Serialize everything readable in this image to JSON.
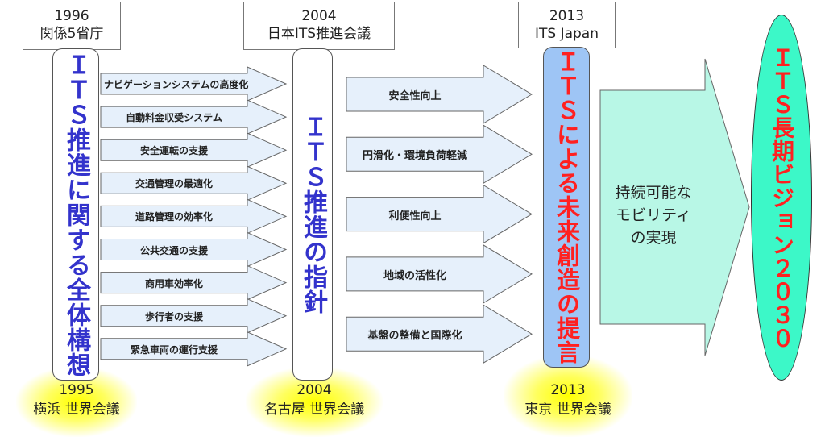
{
  "stage1": {
    "top_year": "1996",
    "top_org": "関係5省庁",
    "pill_text": "ＩＴＳ推進に関する全体構想",
    "bottom_year": "1995",
    "bottom_event": "横浜 世界会議",
    "items": [
      "ナビゲーションシステムの高度化",
      "自動料金収受システム",
      "安全運転の支援",
      "交通管理の最適化",
      "道路管理の効率化",
      "公共交通の支援",
      "商用車効率化",
      "歩行者の支援",
      "緊急車両の運行支援"
    ]
  },
  "stage2": {
    "top_year": "2004",
    "top_org": "日本ITS推進会議",
    "pill_text": "ＩＴＳ推進の指針",
    "bottom_year": "2004",
    "bottom_event": "名古屋 世界会議",
    "items": [
      "安全性向上",
      "円滑化・環境負荷軽減",
      "利便性向上",
      "地域の活性化",
      "基盤の整備と国際化"
    ]
  },
  "stage3": {
    "top_year": "2013",
    "top_org": "ITS Japan",
    "pill_text": "ＩＴＳによる未来創造の提言",
    "bottom_year": "2013",
    "bottom_event": "東京 世界会議",
    "arrow_lines": [
      "持続可能な",
      "モビリティ",
      "の実現"
    ]
  },
  "goal": {
    "text": "ＩＴＳ長期ビジョン２０３０"
  },
  "colors": {
    "blue_text": "#3333cc",
    "red_text": "#ff2020",
    "arrow_fill": "#e6f0fb",
    "pill3_fill": "#9ec5f5",
    "big_arrow_fill": "#b8f7e6",
    "ellipse_fill": "#3cf8c8"
  }
}
